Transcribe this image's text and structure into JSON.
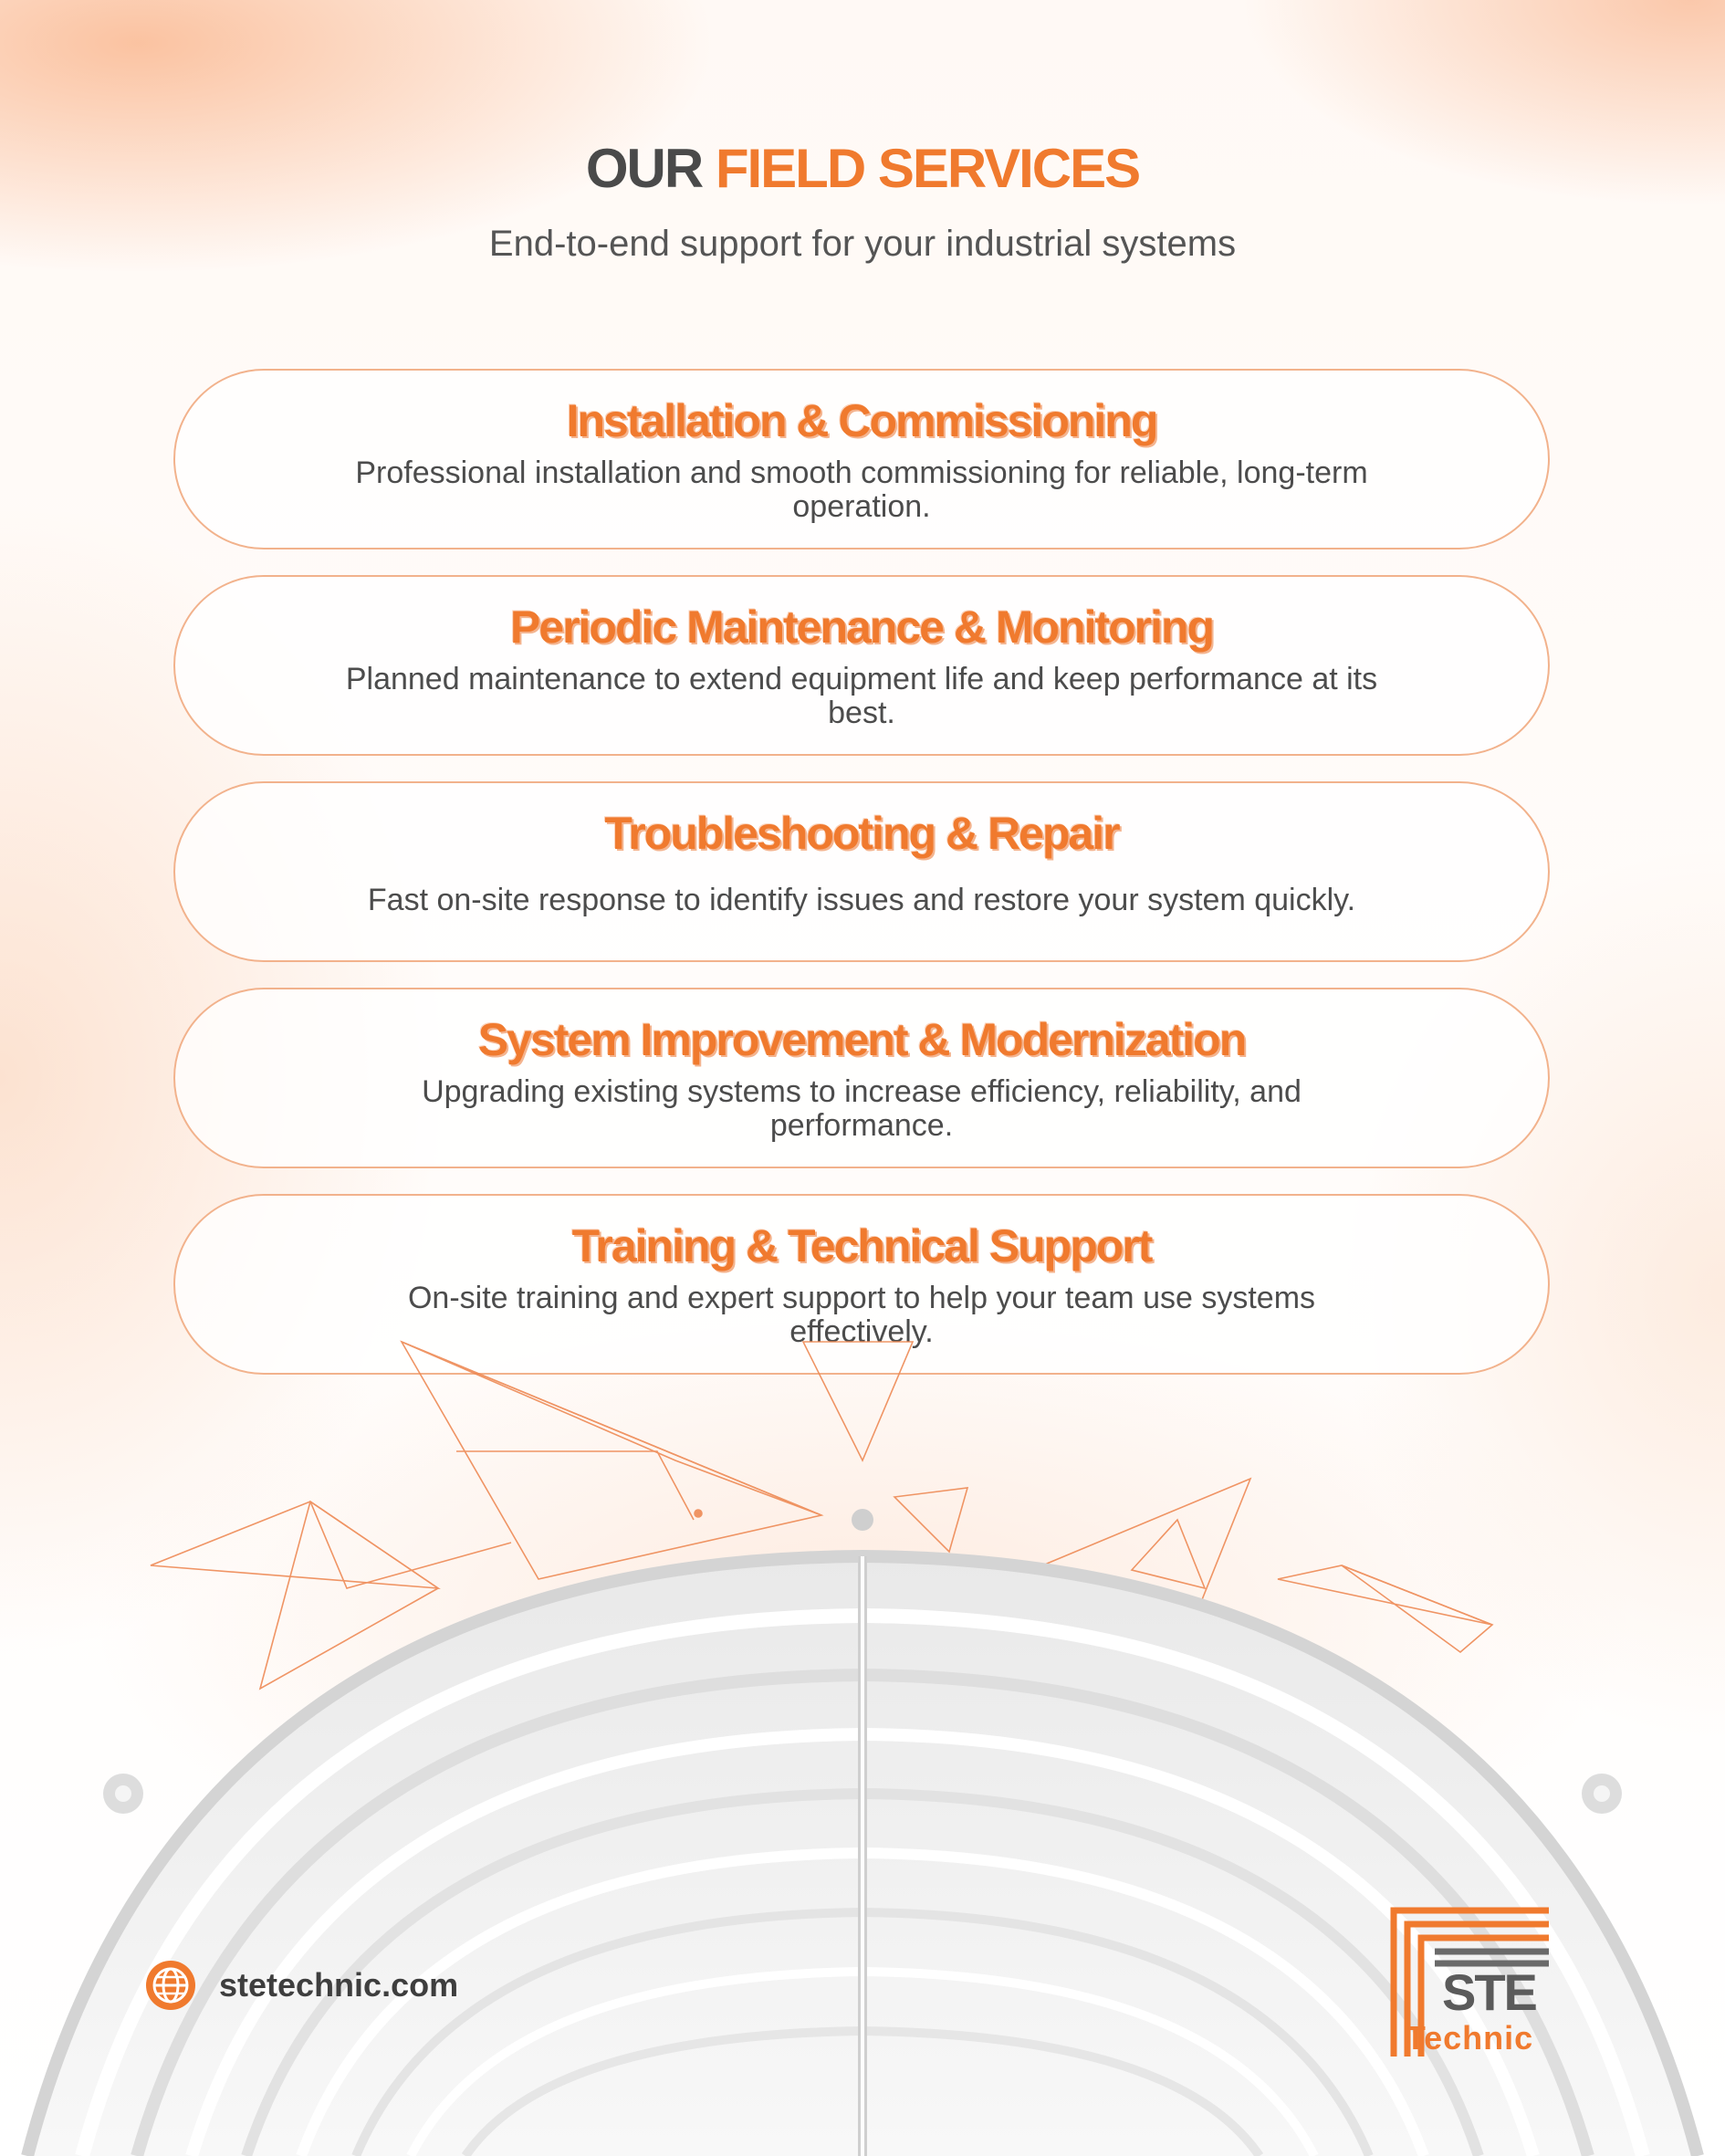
{
  "header": {
    "title_dark": "OUR",
    "title_accent": "FIELD SERVICES",
    "subtitle": "End-to-end support for your industrial systems"
  },
  "services": [
    {
      "title": "Installation & Commissioning",
      "description": "Professional installation and smooth commissioning for reliable, long-term operation."
    },
    {
      "title": "Periodic Maintenance & Monitoring",
      "description": "Planned maintenance to extend equipment life and keep performance at its best."
    },
    {
      "title": "Troubleshooting & Repair",
      "description": "Fast on-site response to identify issues and restore your system quickly."
    },
    {
      "title": "System Improvement & Modernization",
      "description": "Upgrading existing systems to increase efficiency, reliability, and performance."
    },
    {
      "title": "Training & Technical Support",
      "description": "On-site training and expert support to help your team use systems effectively."
    }
  ],
  "footer": {
    "website": "stetechnic.com",
    "icon": "globe-icon"
  },
  "logo": {
    "mark": "STE",
    "name": "Technic"
  },
  "colors": {
    "accent": "#f07a2e",
    "dark_text": "#4a4a4a",
    "card_border": "#f2b28c"
  }
}
